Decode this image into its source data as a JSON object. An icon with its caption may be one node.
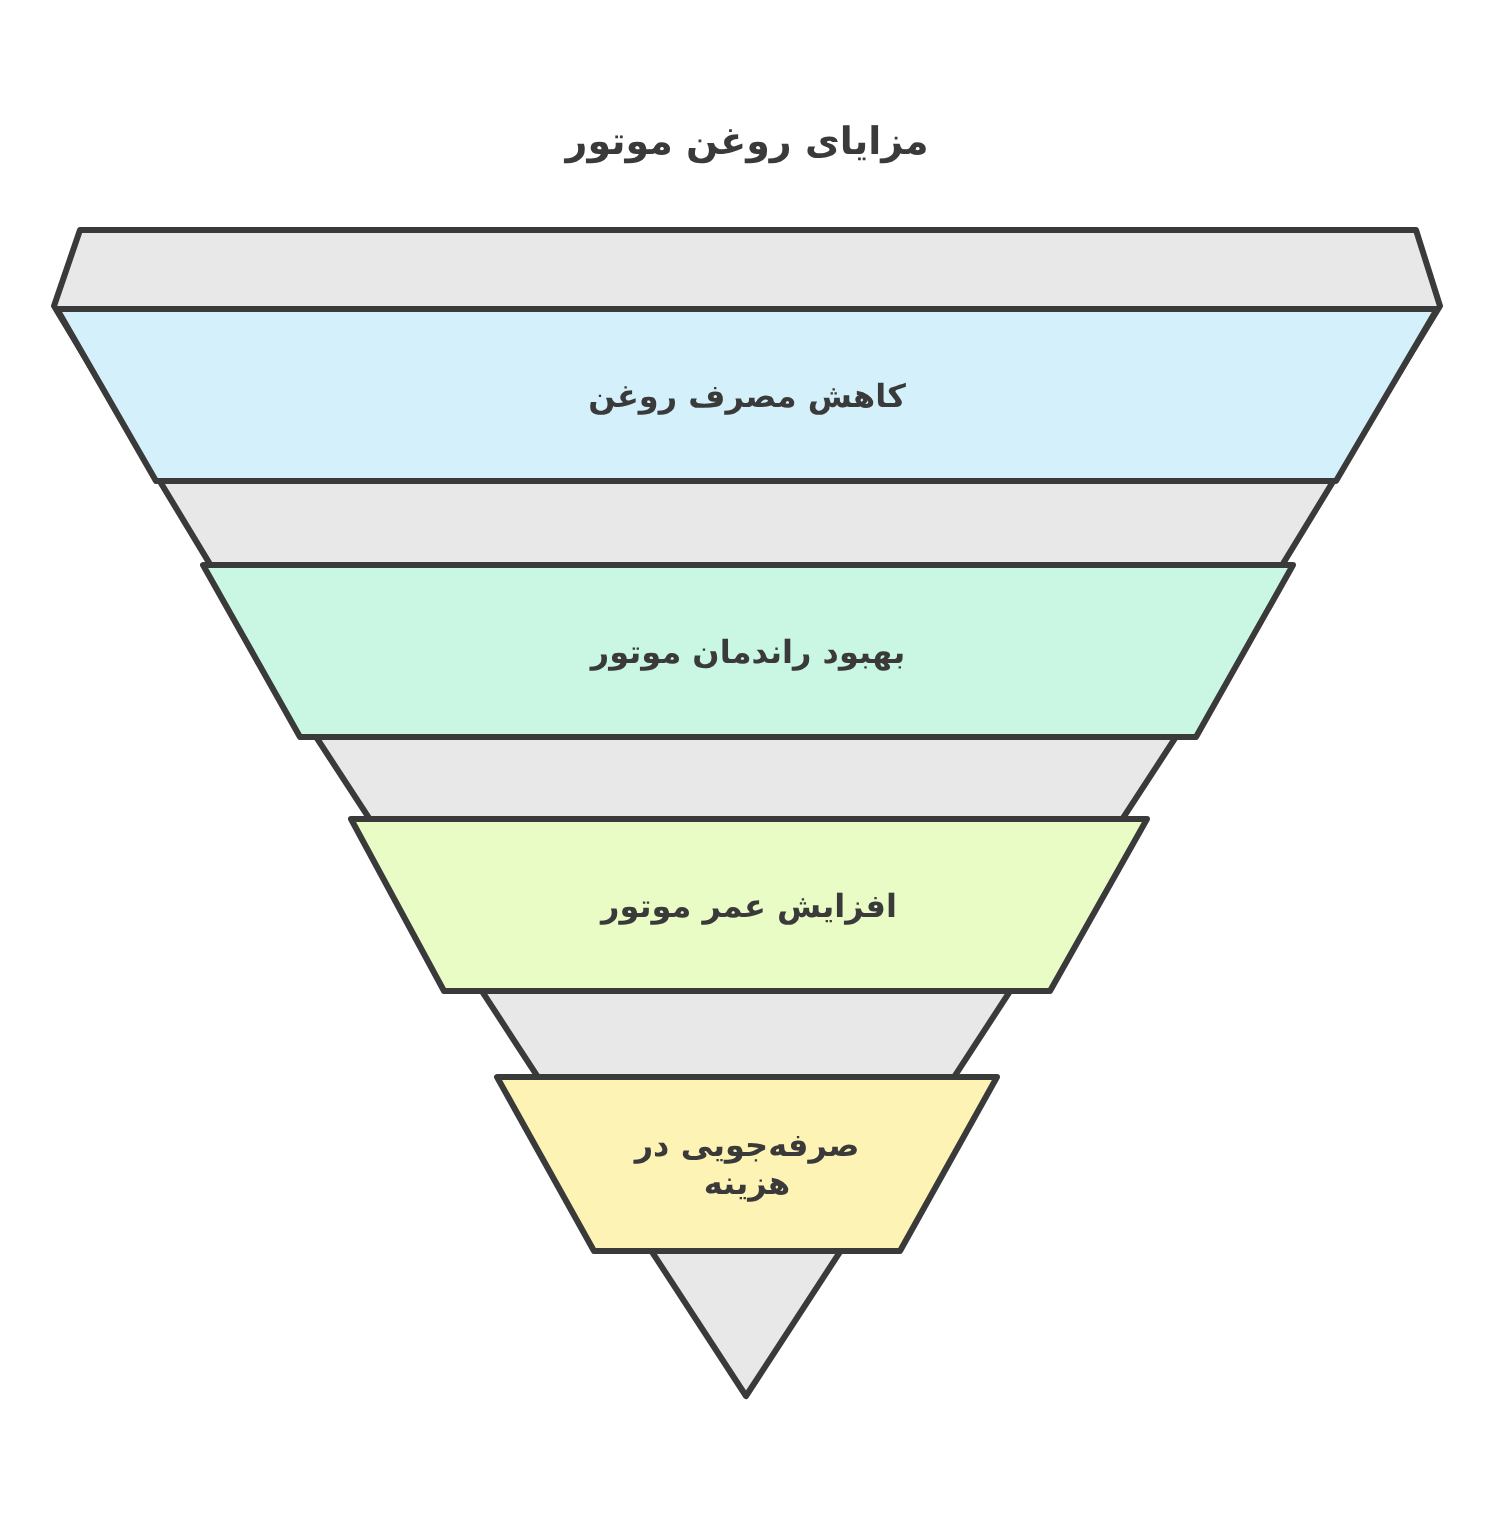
{
  "diagram": {
    "title": "مزایای روغن موتور",
    "nodes": [
      {
        "text": [
          "کاهش مصرف روغن"
        ]
      },
      {
        "text": [
          "بهبود راندمان موتور"
        ]
      },
      {
        "text": [
          "افزایش عمر موتور"
        ]
      },
      {
        "text": [
          "صرفه‌جویی در هزینه"
        ]
      }
    ]
  }
}
